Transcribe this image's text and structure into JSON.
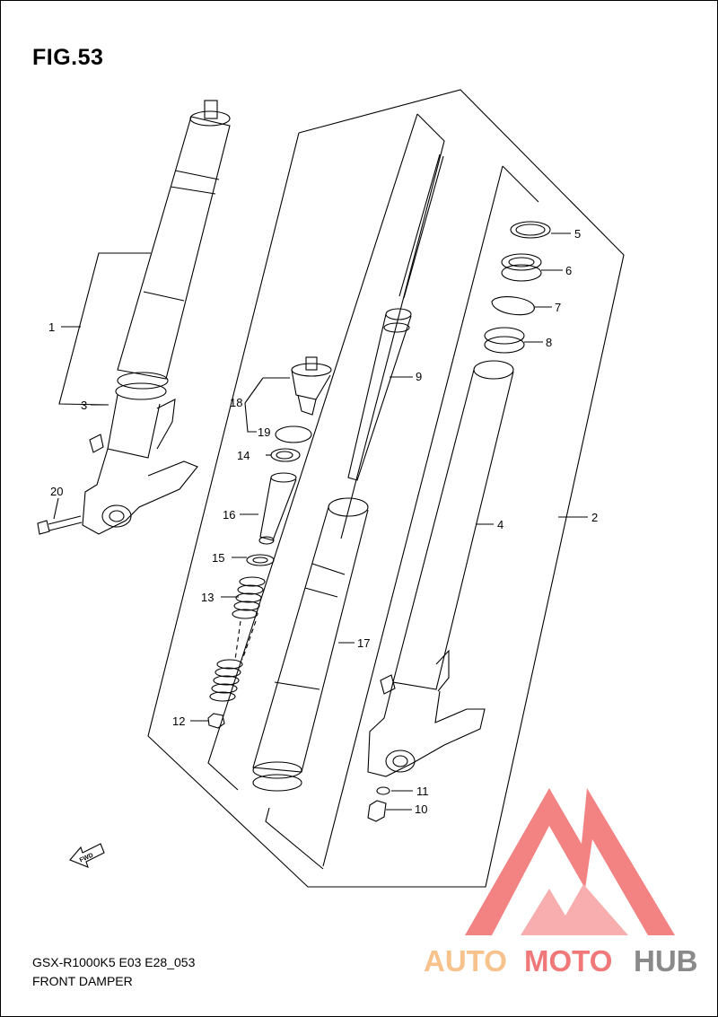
{
  "figure": {
    "title": "FIG.53",
    "model_code": "GSX-R1000K5  E03  E28_053",
    "caption": "FRONT DAMPER",
    "fwd_label": "FWD"
  },
  "callouts": [
    "1",
    "2",
    "3",
    "4",
    "5",
    "6",
    "7",
    "8",
    "9",
    "10",
    "11",
    "12",
    "13",
    "14",
    "15",
    "16",
    "17",
    "18",
    "19",
    "20"
  ],
  "watermark": {
    "part1": "AUTO",
    "part2": "MOTO",
    "part3": "HUB",
    "colors": {
      "light": "#f7c28c",
      "accent": "#f07878",
      "dark": "#8a8a8a",
      "mark": "#f26d6d"
    }
  }
}
